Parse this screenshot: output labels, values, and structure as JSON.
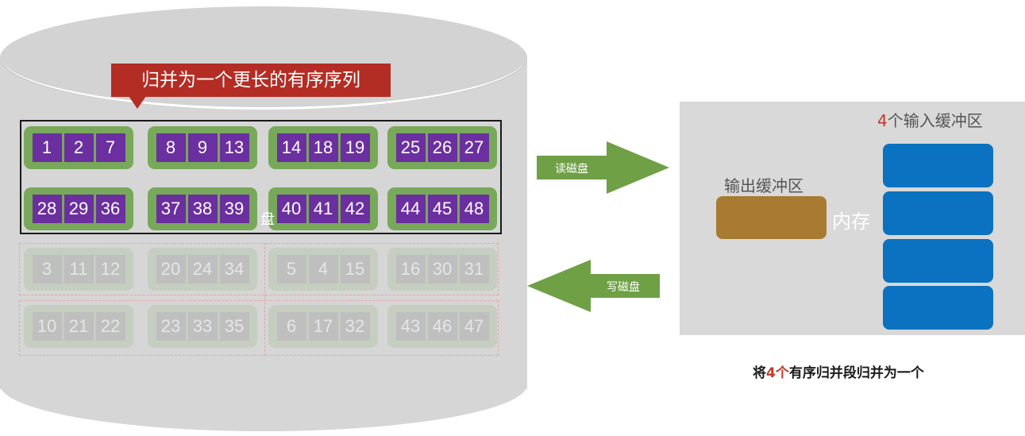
{
  "callout": {
    "text": "归并为一个更长的有序序列"
  },
  "disk": {
    "hidden_label": "盘",
    "merged_rows": [
      [
        [
          1,
          2,
          7
        ],
        [
          8,
          9,
          13
        ],
        [
          14,
          18,
          19
        ],
        [
          25,
          26,
          27
        ]
      ],
      [
        [
          28,
          29,
          36
        ],
        [
          37,
          38,
          39
        ],
        [
          40,
          41,
          42
        ],
        [
          44,
          45,
          48
        ]
      ]
    ],
    "faded_rows": [
      [
        [
          3,
          11,
          12
        ],
        [
          20,
          24,
          34
        ],
        [
          5,
          4,
          15
        ],
        [
          16,
          30,
          31
        ]
      ],
      [
        [
          10,
          21,
          22
        ],
        [
          23,
          33,
          35
        ],
        [
          6,
          17,
          32
        ],
        [
          43,
          46,
          47
        ]
      ]
    ]
  },
  "arrows": {
    "read": "读磁盘",
    "write": "写磁盘"
  },
  "memory": {
    "label": "内存",
    "input_count": "4",
    "input_label": "个输入缓冲区",
    "output_label": "输出缓冲区",
    "input_buffers": 4
  },
  "caption": {
    "prefix": "将",
    "count": "4个",
    "suffix": "有序归并段归并为一个"
  },
  "colors": {
    "disk": "#d6d6d6",
    "callout": "#b32d24",
    "group": "#78a85a",
    "cell": "#6b2fa0",
    "arrow": "#6fa046",
    "output_buffer": "#a87a32",
    "input_buffer": "#0a72c0",
    "memory": "#d9d9d9",
    "accent_red": "#c0392b"
  }
}
